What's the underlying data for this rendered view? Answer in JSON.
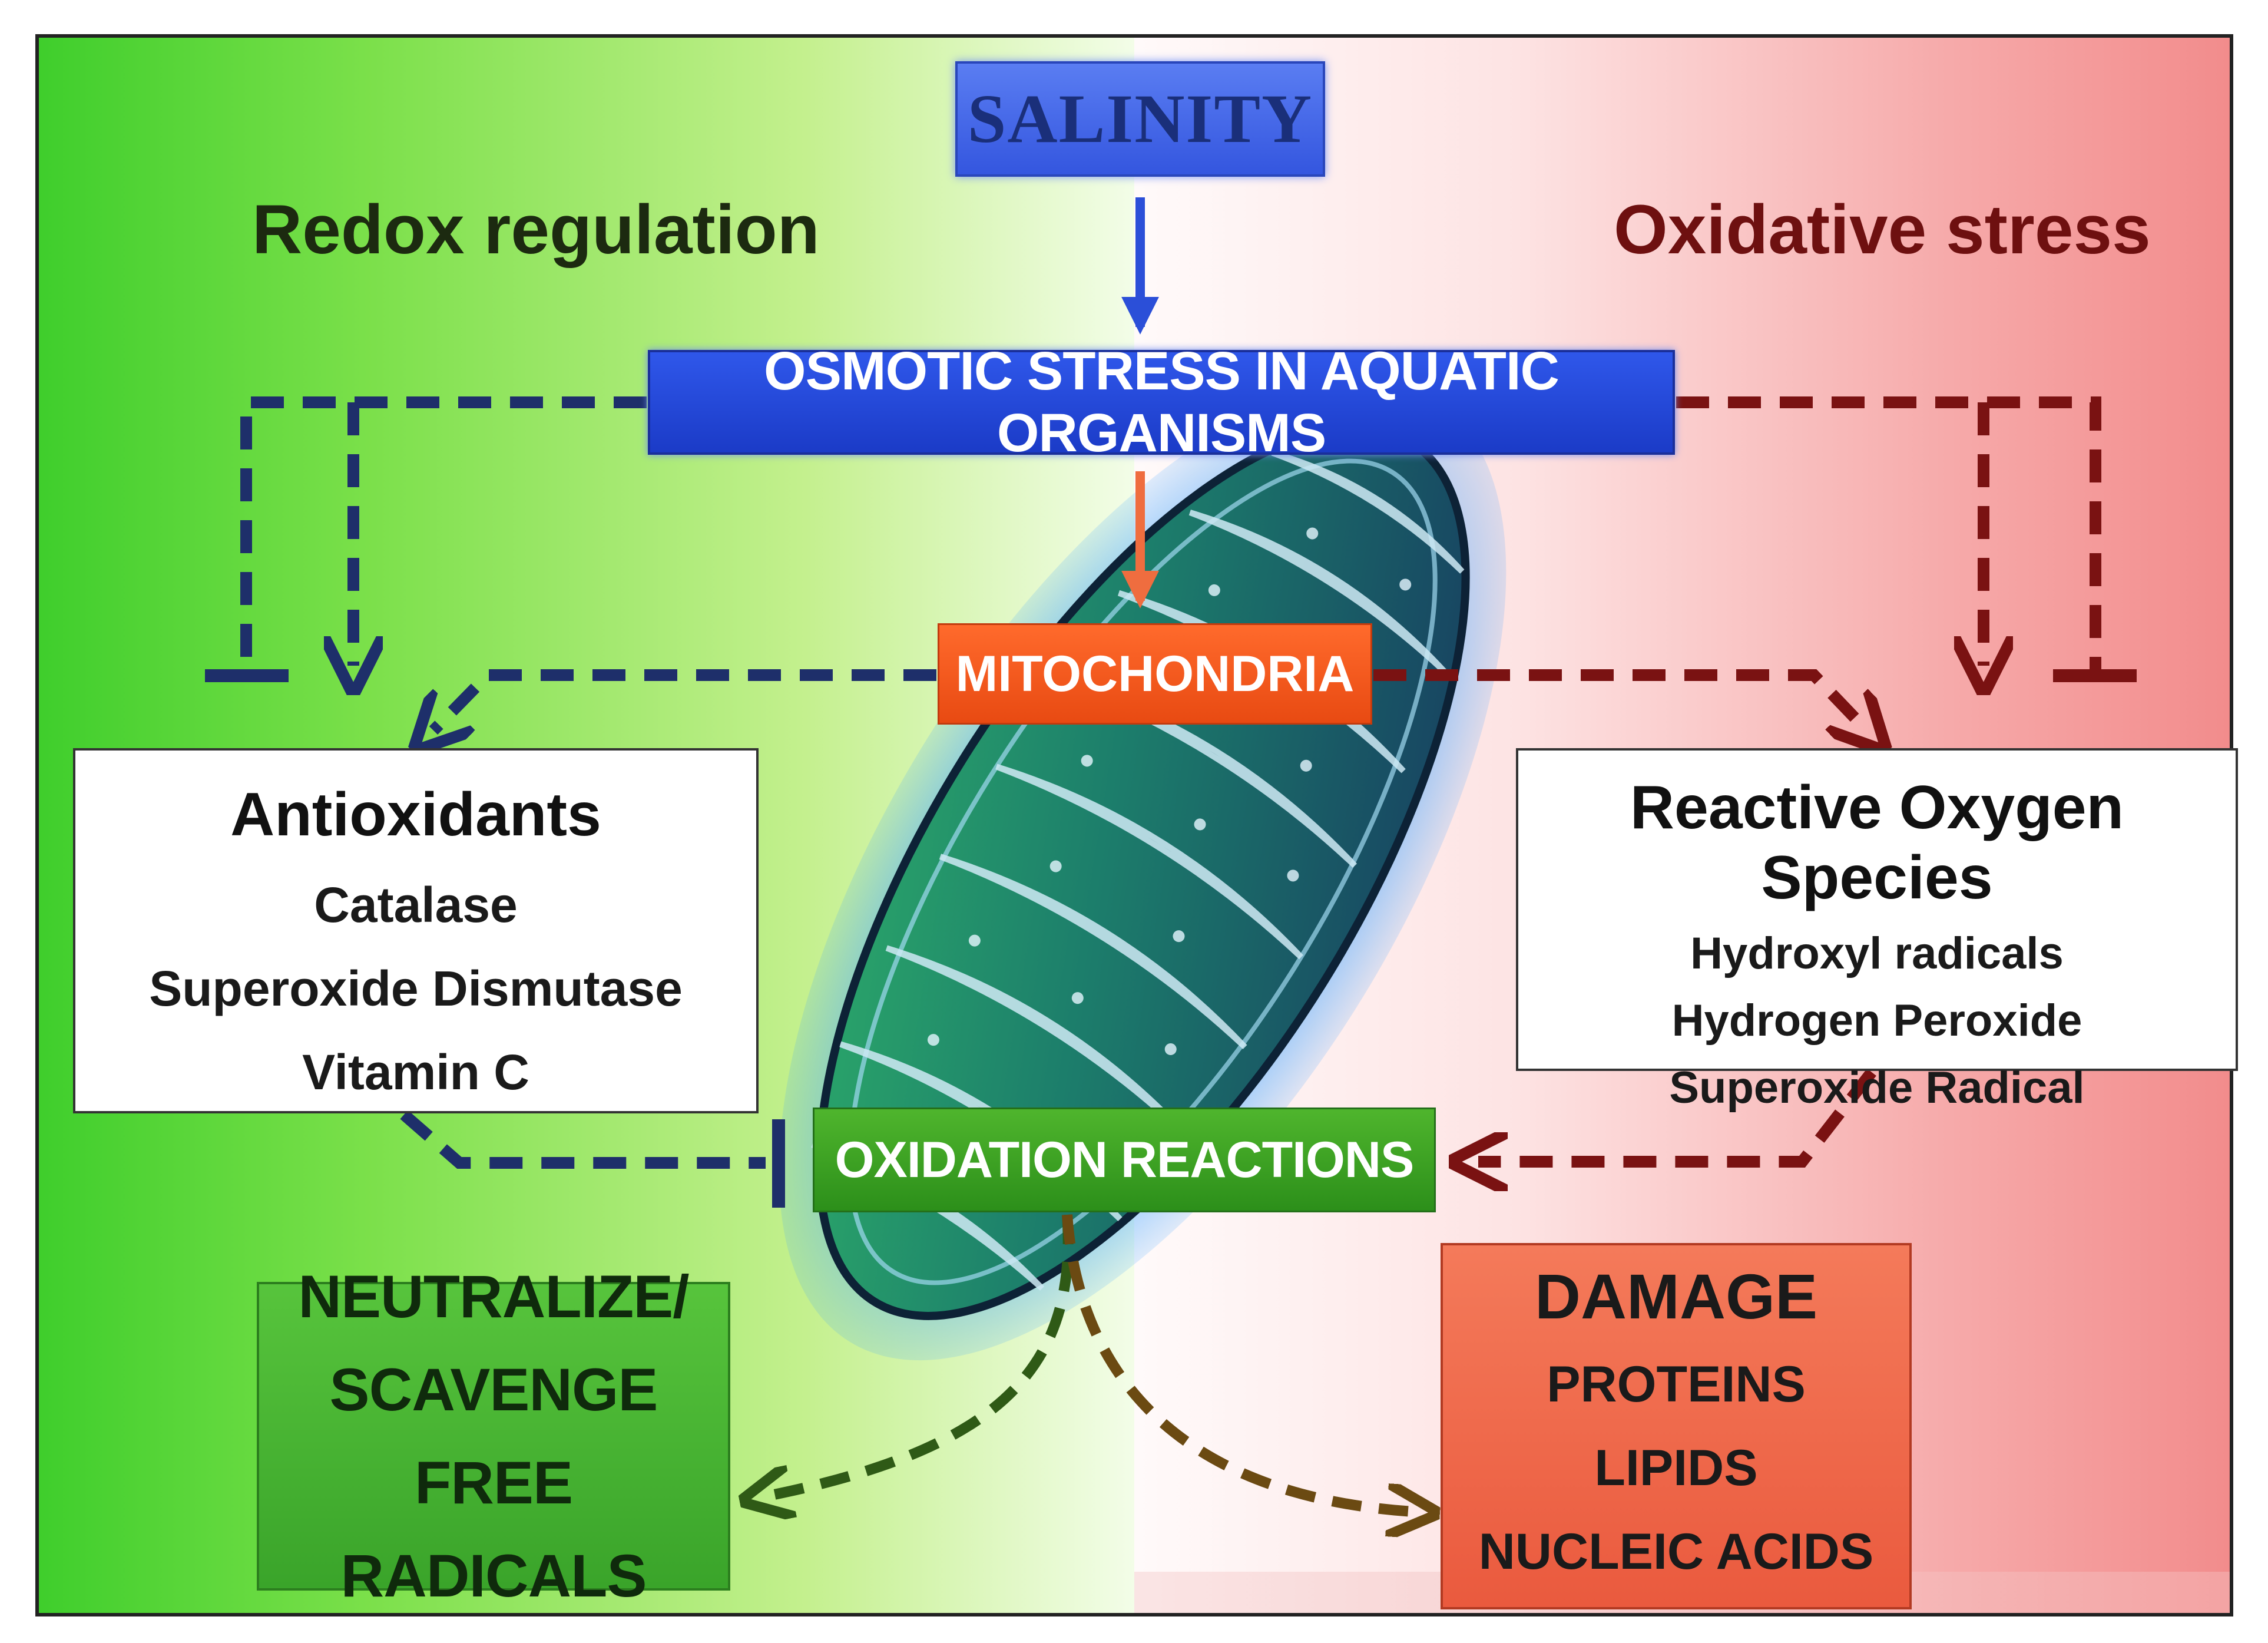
{
  "headings": {
    "left": "Redox regulation",
    "right": "Oxidative stress"
  },
  "nodes": {
    "salinity": "SALINITY",
    "osmotic_stress": "OSMOTIC STRESS IN AQUATIC ORGANISMS",
    "mitochondria": "MITOCHONDRIA",
    "oxidation_reactions": "OXIDATION REACTIONS",
    "antioxidants": {
      "title": "Antioxidants",
      "items": [
        "Catalase",
        "Superoxide Dismutase",
        "Vitamin C"
      ]
    },
    "reactive_oxygen_species": {
      "title": "Reactive Oxygen Species",
      "items": [
        "Hydroxyl radicals",
        "Hydrogen Peroxide",
        "Superoxide Radical"
      ]
    },
    "neutralize": {
      "lines": [
        "NEUTRALIZE/",
        "SCAVENGE",
        "FREE RADICALS"
      ]
    },
    "damage": {
      "title": "DAMAGE",
      "items": [
        "PROTEINS",
        "LIPIDS",
        "NUCLEIC ACIDS"
      ]
    }
  },
  "colors": {
    "left_panel": "#3fce2c",
    "right_panel": "#f28c8c",
    "salinity_box": "#3456df",
    "osmotic_box": "#1b3bc7",
    "mitochondria_box": "#e84a12",
    "oxidation_box": "#2c8f1a",
    "redox_links": "#1e2f6a",
    "stress_links": "#7a1212",
    "neutralize_link": "#2f5a16",
    "damage_link": "#6b4a12"
  },
  "edges": [
    {
      "from": "salinity",
      "to": "osmotic_stress",
      "type": "arrow"
    },
    {
      "from": "osmotic_stress",
      "to": "mitochondria",
      "type": "arrow"
    },
    {
      "from": "osmotic_stress",
      "to": "antioxidants",
      "type": "dashed-arrow"
    },
    {
      "from": "osmotic_stress",
      "to": "antioxidants",
      "type": "dashed-inhibit"
    },
    {
      "from": "osmotic_stress",
      "to": "reactive_oxygen_species",
      "type": "dashed-arrow"
    },
    {
      "from": "osmotic_stress",
      "to": "reactive_oxygen_species",
      "type": "dashed-inhibit"
    },
    {
      "from": "mitochondria",
      "to": "antioxidants",
      "type": "dashed-arrow"
    },
    {
      "from": "mitochondria",
      "to": "reactive_oxygen_species",
      "type": "dashed-arrow"
    },
    {
      "from": "antioxidants",
      "to": "oxidation_reactions",
      "type": "dashed-inhibit"
    },
    {
      "from": "reactive_oxygen_species",
      "to": "oxidation_reactions",
      "type": "dashed-arrow"
    },
    {
      "from": "oxidation_reactions",
      "to": "neutralize",
      "type": "dashed-arrow"
    },
    {
      "from": "oxidation_reactions",
      "to": "damage",
      "type": "dashed-arrow"
    }
  ]
}
